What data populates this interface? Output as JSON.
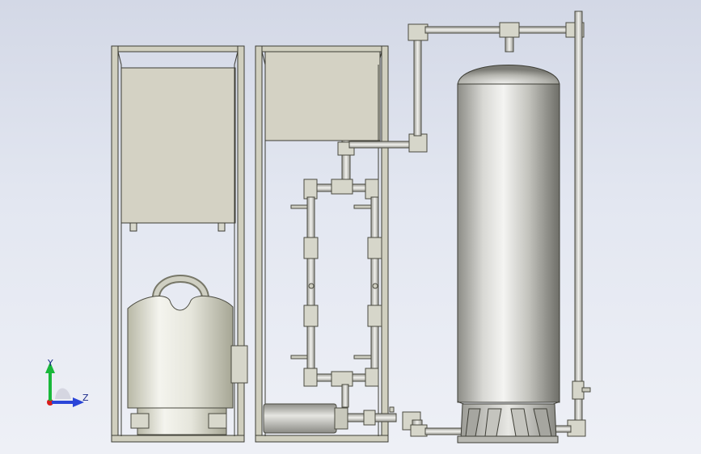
{
  "viewport": {
    "background_top": "#d3d8e6",
    "background_bottom": "#eef0f6"
  },
  "model": {
    "description_free": true,
    "components": [
      {
        "id": "frame-left",
        "icon": "frame-rack"
      },
      {
        "id": "frame-middle",
        "icon": "frame-rack"
      },
      {
        "id": "tank-left-upper",
        "icon": "rectangular-tank"
      },
      {
        "id": "tank-middle-upper",
        "icon": "rectangular-tank"
      },
      {
        "id": "softener-vessel",
        "icon": "brine-tank"
      },
      {
        "id": "filter-loop",
        "icon": "pipe-loop"
      },
      {
        "id": "booster-pump",
        "icon": "pump"
      },
      {
        "id": "pressure-vessel",
        "icon": "pressure-vessel"
      },
      {
        "id": "piping",
        "icon": "pipe"
      }
    ],
    "colors": {
      "frame": "#c9c9b8",
      "tank_face": "#d4d2c4",
      "vessel_light": "#eeeeec",
      "vessel_dark": "#7d7d78",
      "pipe": "#c6c6c2"
    }
  },
  "triad": {
    "y_label": "Y",
    "z_label": "Z",
    "y_color": "#19b83a",
    "z_color": "#2a45d8",
    "x_color": "#d81c1c"
  }
}
